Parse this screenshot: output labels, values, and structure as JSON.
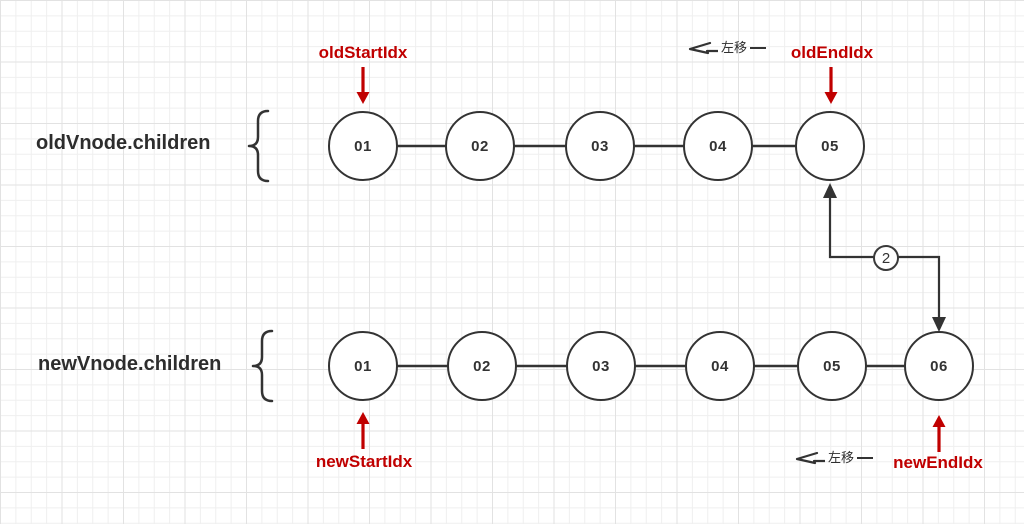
{
  "diagram": {
    "old_row": {
      "label": "oldVnode.children",
      "nodes": [
        "01",
        "02",
        "03",
        "04",
        "05"
      ],
      "start_pointer": "oldStartIdx",
      "end_pointer": "oldEndIdx",
      "shift_label": "左移"
    },
    "new_row": {
      "label": "newVnode.children",
      "nodes": [
        "01",
        "02",
        "03",
        "04",
        "05",
        "06"
      ],
      "start_pointer": "newStartIdx",
      "end_pointer": "newEndIdx",
      "shift_label": "左移"
    },
    "connector": {
      "step": "2"
    },
    "colors": {
      "pointer_red": "#c00000",
      "stroke_dark": "#333333",
      "grid_minor": "#efefef",
      "grid_major": "#e2e2e2"
    }
  }
}
